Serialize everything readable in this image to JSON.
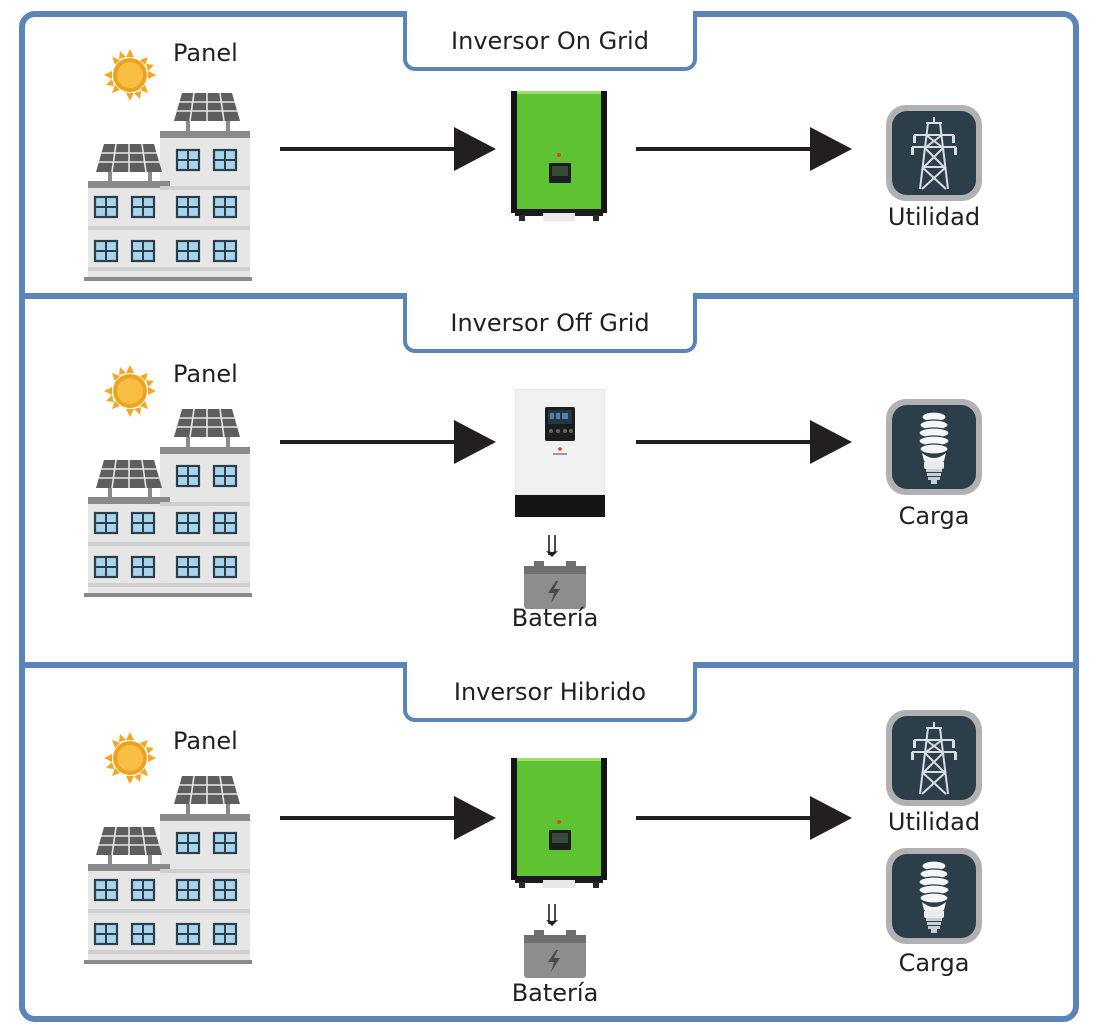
{
  "sections": [
    {
      "id": "on-grid",
      "title": "Inversor On Grid",
      "source_label": "Panel",
      "inverter_type": "green-inverter",
      "outputs": [
        "Utilidad"
      ],
      "battery": null
    },
    {
      "id": "off-grid",
      "title": "Inversor Off Grid",
      "source_label": "Panel",
      "inverter_type": "white-inverter",
      "outputs": [
        "Carga"
      ],
      "battery": "Batería"
    },
    {
      "id": "hybrid",
      "title": "Inversor Hibrido",
      "source_label": "Panel",
      "inverter_type": "green-inverter",
      "outputs": [
        "Utilidad",
        "Carga"
      ],
      "battery": "Batería"
    }
  ],
  "icons": {
    "sun": "sun-icon",
    "building": "building-with-solar-panels-icon",
    "arrow": "right-arrow-icon",
    "tower": "power-tower-icon",
    "bulb": "light-bulb-icon",
    "battery": "battery-icon"
  },
  "colors": {
    "frame": "#5b84b9",
    "inverter_green": "#5fc232",
    "tile_dark": "#2d3e4b",
    "arrow": "#231f20"
  }
}
